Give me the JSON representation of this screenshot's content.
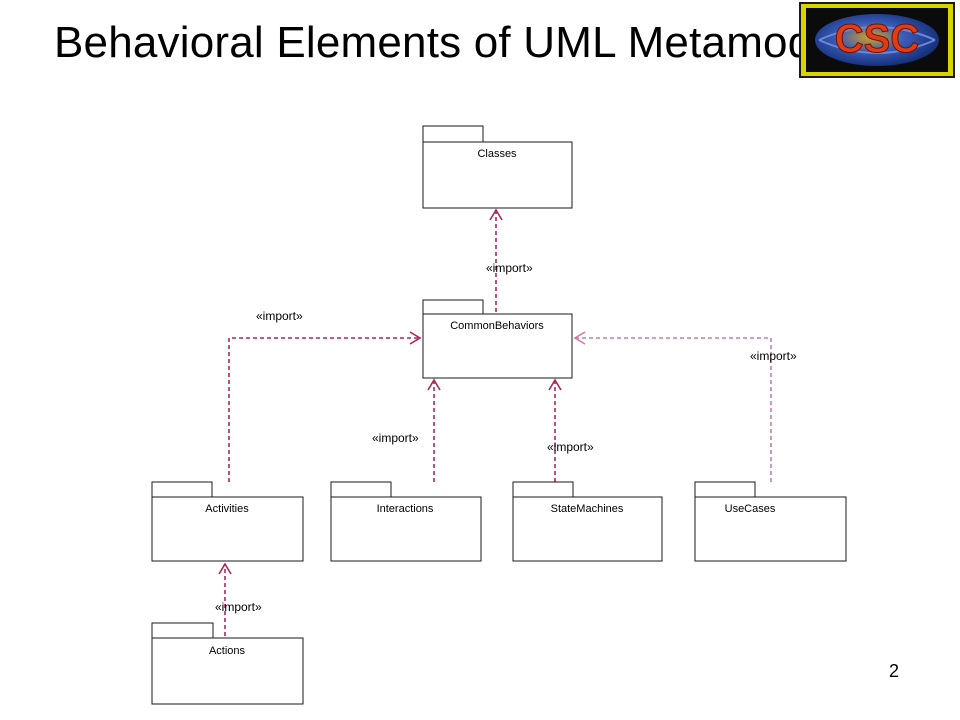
{
  "slide": {
    "title": "Behavioral Elements of UML Metamodel",
    "page_number": "2",
    "logo_text": "CSC",
    "logo_icon": "csc-globe-logo-icon"
  },
  "colors": {
    "dependency_arrow": "#b0245c",
    "dependency_arrow_light": "#d27aa2",
    "package_border": "#1a1a1a",
    "logo_frame": "#c8c800",
    "logo_globe": "#2b4aa0",
    "logo_text": "#e03c18"
  },
  "diagram": {
    "packages": {
      "classes": "Classes",
      "common_behaviors": "CommonBehaviors",
      "activities": "Activities",
      "interactions": "Interactions",
      "state_machines": "StateMachines",
      "use_cases": "UseCases",
      "actions": "Actions"
    },
    "dependencies": {
      "common_to_classes": "«import»",
      "activities_to_common": "«import»",
      "interactions_to_common": "«import»",
      "statemachines_to_common": "«import»",
      "usecases_to_common": "«import»",
      "actions_to_activities": "«import»"
    }
  }
}
